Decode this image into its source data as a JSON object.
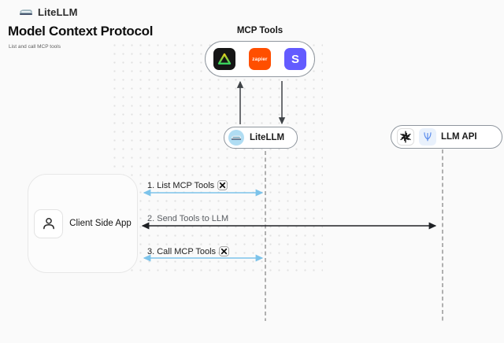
{
  "header": {
    "brand": "LiteLLM",
    "title": "Model Context Protocol",
    "subtitle": "List and call MCP tools"
  },
  "mcp_box": {
    "label": "MCP Tools",
    "tools": [
      {
        "name": "triangle-tool-icon"
      },
      {
        "name": "zapier-icon",
        "label": "zapier"
      },
      {
        "name": "stripe-icon",
        "label": "S"
      }
    ]
  },
  "nodes": {
    "litellm": {
      "label": "LiteLLM",
      "icon": "train-icon"
    },
    "llm_api": {
      "label": "LLM API",
      "icons": [
        "openai-logo-icon",
        "provider-icon"
      ]
    },
    "client": {
      "label": "Client Side App",
      "icon": "person-icon"
    }
  },
  "flows": [
    {
      "label": "1. List MCP Tools",
      "tool_icon": true
    },
    {
      "label": "2. Send Tools to LLM",
      "tool_icon": false
    },
    {
      "label": "3. Call MCP Tools",
      "tool_icon": true
    }
  ],
  "colors": {
    "canvas": "#fafafa",
    "arrow_blue": "#7cc3ea",
    "arrow_dark": "#1f2125",
    "connector_gray": "#3f4347",
    "lifeline_gray": "#9e9e9e",
    "zapier_orange": "#ff4f00",
    "stripe_indigo": "#635bff",
    "tool_tile_black": "#161616",
    "litellm_icon_blue": "#b0ddf3"
  }
}
